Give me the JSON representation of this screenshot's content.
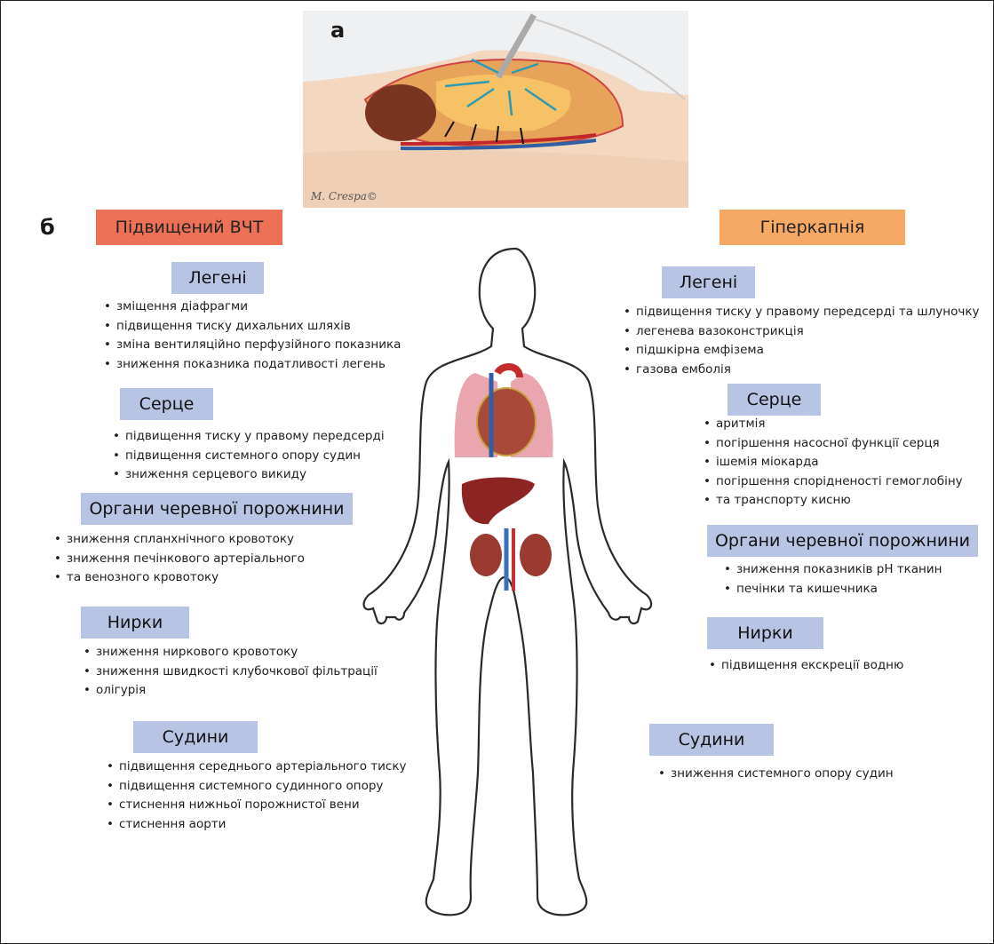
{
  "panel_a": {
    "label": "a",
    "credit": "M. Crespa©",
    "illustration": "laparoscopic-abdominal-insufflation-illustration"
  },
  "panel_b": {
    "label": "б",
    "left": {
      "title": "Підвищений ВЧТ",
      "color": "#ec7157",
      "sections": [
        {
          "title": "Легені",
          "items": [
            "зміщення діафрагми",
            "підвищення тиску дихальних шляхів",
            "зміна вентиляційно перфузійного показника",
            "зниження показника податливості легень"
          ]
        },
        {
          "title": "Серце",
          "items": [
            "підвищення тиску у правому передсерді",
            "підвищення системного опору судин",
            "зниження серцевого викиду"
          ]
        },
        {
          "title": "Органи черевної порожнини",
          "items": [
            "зниження спланхнічного кровотоку",
            "зниження печінкового артеріального",
            "та венозного кровотоку"
          ]
        },
        {
          "title": "Нирки",
          "items": [
            "зниження ниркового кровотоку",
            "зниження швидкості клубочкової фільтрації",
            "олігурія"
          ]
        },
        {
          "title": "Судини",
          "items": [
            "підвищення середнього артеріального тиску",
            "підвищення системного судинного опору",
            "стиснення нижньої порожнистої вени",
            "стиснення аорти"
          ]
        }
      ]
    },
    "right": {
      "title": "Гіперкапнія",
      "color": "#f5a964",
      "sections": [
        {
          "title": "Легені",
          "items": [
            "підвищення тиску у правому передсерді та шлуночку",
            "легенева вазоконстрикція",
            "підшкірна емфізема",
            "газова емболія"
          ]
        },
        {
          "title": "Серце",
          "items": [
            "аритмія",
            "погіршення насосної функції серця",
            "ішемія міокарда",
            "погіршення спорідненості гемоглобіну",
            "та транспорту кисню"
          ]
        },
        {
          "title": "Органи черевної порожнини",
          "items": [
            "зниження показників pH тканин",
            "печінки та кишечника"
          ]
        },
        {
          "title": "Нирки",
          "items": [
            "підвищення екскреції водню"
          ]
        },
        {
          "title": "Судини",
          "items": [
            "зниження системного опору судин"
          ]
        }
      ]
    },
    "section_header_color": "#b8c4e4",
    "figure": "human-body-outline-with-organs"
  }
}
